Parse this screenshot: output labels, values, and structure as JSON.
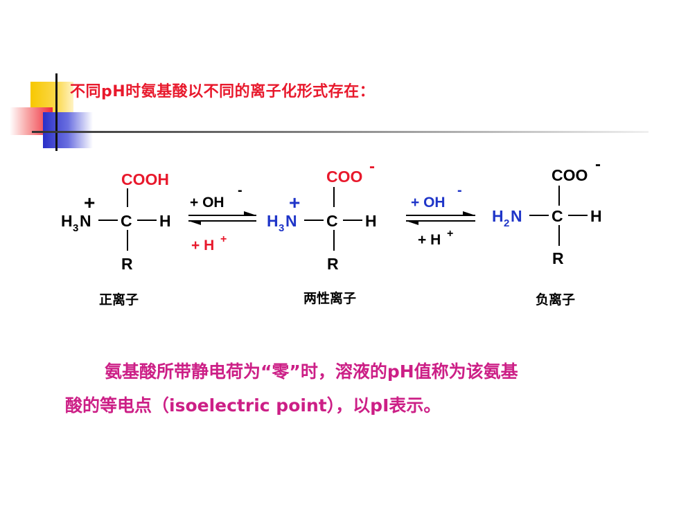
{
  "title": "不同pH时氨基酸以不同的离子化形式存在：",
  "structures": {
    "cation": {
      "top_group": "COOH",
      "charge": "+",
      "left_group_main": "H",
      "left_group_sub": "3",
      "left_group_atom": "N",
      "center": "C",
      "right": "H",
      "bottom": "R",
      "label": "正离子"
    },
    "zwitterion": {
      "top_group": "COO",
      "top_charge": "-",
      "charge": "+",
      "left_group_main": "H",
      "left_group_sub": "3",
      "left_group_atom": "N",
      "center": "C",
      "right": "H",
      "bottom": "R",
      "label": "两性离子"
    },
    "anion": {
      "top_group": "COO",
      "top_charge": "-",
      "left_group_main": "H",
      "left_group_sub": "2",
      "left_group_atom": "N",
      "center": "C",
      "right": "H",
      "bottom": "R",
      "label": "负离子"
    }
  },
  "reactions": {
    "first": {
      "forward_label": "+ OH",
      "forward_superscript": "-",
      "reverse_label": "+ H",
      "reverse_superscript": "+"
    },
    "second": {
      "forward_label": "+ OH",
      "forward_superscript": "-",
      "reverse_label": "+ H",
      "reverse_superscript": "+"
    }
  },
  "paragraph": {
    "line1": "氨基酸所带静电荷为“零”时，溶液的pH值称为该氨基",
    "line2": "酸的等电点（isoelectric point），以pI表示。"
  },
  "colors": {
    "title": "#e8192c",
    "red": "#e8192c",
    "blue": "#1f35c8",
    "paragraph": "#cc1f86",
    "black": "#000000"
  }
}
